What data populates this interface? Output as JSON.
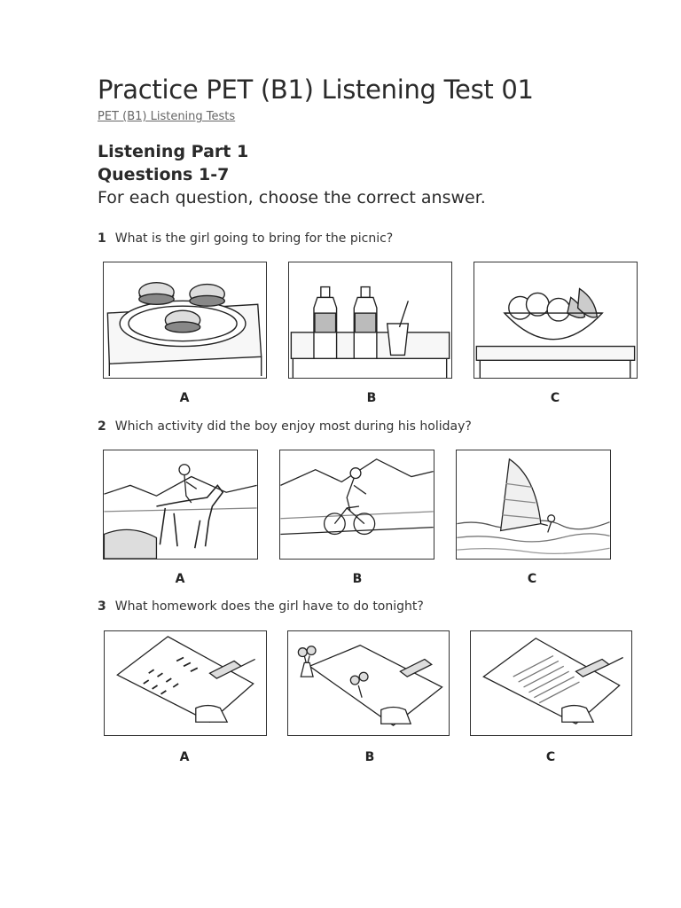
{
  "page": {
    "title": "Practice PET (B1) Listening Test 01",
    "breadcrumb": "PET (B1) Listening Tests"
  },
  "section": {
    "title": "Listening Part 1",
    "subtitle": "Questions 1-7",
    "instruction": "For each question, choose the correct answer."
  },
  "questions": [
    {
      "number": "1",
      "text": "What is the girl going to bring for the picnic?",
      "options": [
        {
          "letter": "A",
          "picture": "sandwiches-on-plate-icon"
        },
        {
          "letter": "B",
          "picture": "bottles-and-drink-icon"
        },
        {
          "letter": "C",
          "picture": "fruit-bowl-icon"
        }
      ]
    },
    {
      "number": "2",
      "text": "Which activity did the boy enjoy most during his holiday?",
      "options": [
        {
          "letter": "A",
          "picture": "horse-riding-icon"
        },
        {
          "letter": "B",
          "picture": "cycling-icon"
        },
        {
          "letter": "C",
          "picture": "windsurfing-icon"
        }
      ]
    },
    {
      "number": "3",
      "text": "What homework does the girl have to do tonight?",
      "options": [
        {
          "letter": "A",
          "picture": "maths-worksheet-icon"
        },
        {
          "letter": "B",
          "picture": "drawing-flowers-icon"
        },
        {
          "letter": "C",
          "picture": "writing-essay-icon"
        }
      ]
    }
  ]
}
